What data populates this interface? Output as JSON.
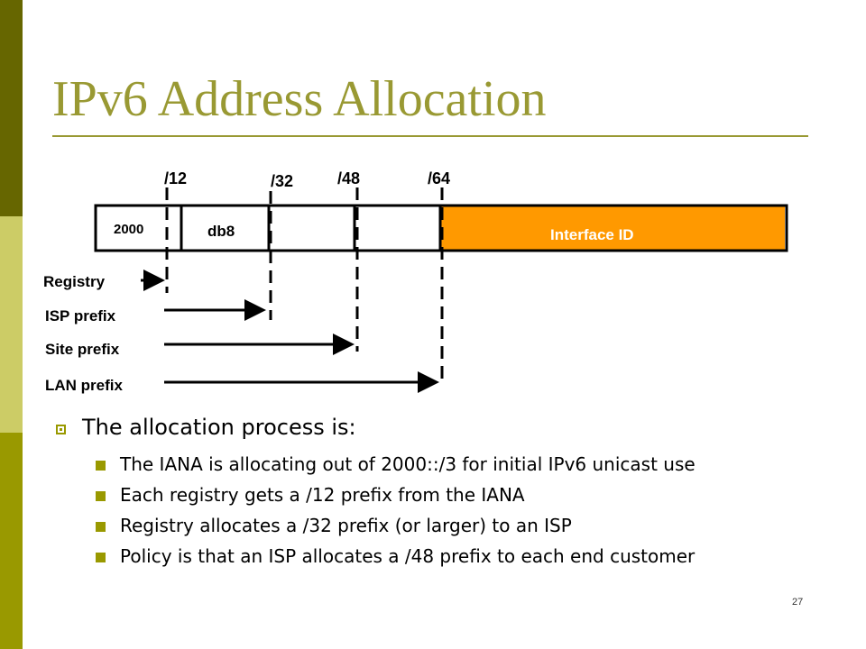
{
  "slide": {
    "title": "IPv6 Address Allocation",
    "page_number": "27"
  },
  "diagram": {
    "prefix_markers": [
      "/12",
      "/32",
      "/48",
      "/64"
    ],
    "fields": [
      "2000",
      "db8",
      "Interface ID"
    ],
    "rows": [
      "Registry",
      "ISP prefix",
      "Site prefix",
      "LAN prefix"
    ],
    "colors": {
      "interface_id_fill": "#ff9900",
      "accent": "#999900"
    }
  },
  "bullets": {
    "heading": "The allocation process is:",
    "items": [
      "The IANA is allocating out of 2000::/3 for initial IPv6 unicast use",
      "Each registry gets a /12 prefix from the IANA",
      "Registry allocates a /32 prefix (or larger) to an ISP",
      "Policy is that an ISP allocates a /48 prefix to each end customer"
    ]
  }
}
